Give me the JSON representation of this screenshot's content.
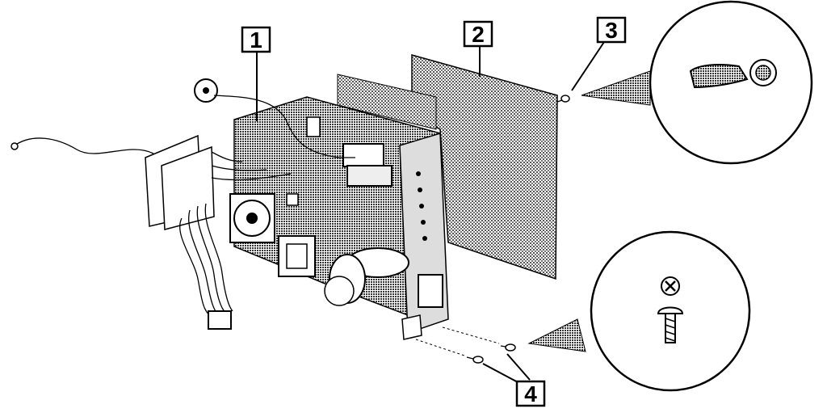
{
  "callouts": [
    {
      "id": "1",
      "label": "1"
    },
    {
      "id": "2",
      "label": "2"
    },
    {
      "id": "3",
      "label": "3"
    },
    {
      "id": "4",
      "label": "4"
    }
  ],
  "colors": {
    "ink": "#000000",
    "paper": "#ffffff",
    "shade": "#6e6e6e"
  }
}
